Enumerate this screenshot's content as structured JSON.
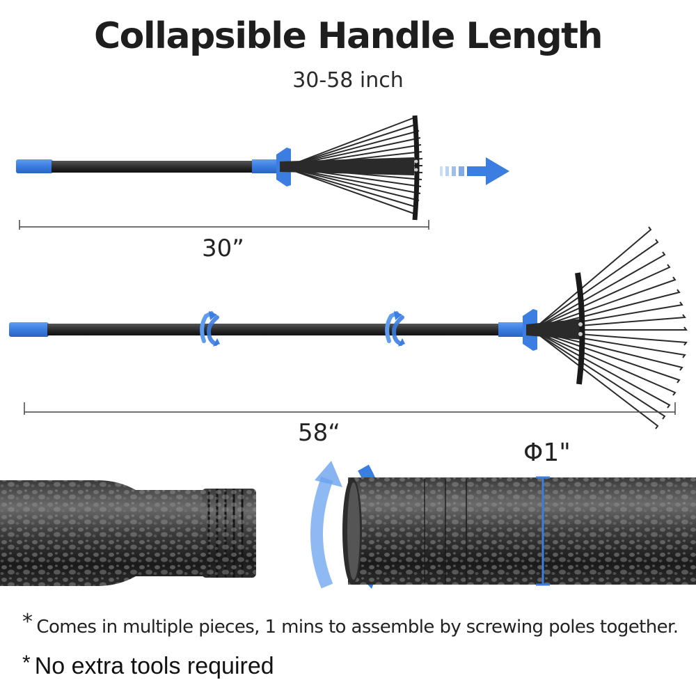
{
  "title": "Collapsible Handle Length",
  "subtitle": "30-58  inch",
  "collapsed_length_label": "30”",
  "extended_length_label": "58“",
  "diameter_label": "Φ1\"",
  "notes": {
    "star": "*",
    "line1": "Comes in multiple pieces, 1 mins to assemble by screwing poles together.",
    "line2": "No extra tools required"
  },
  "colors": {
    "accent_blue": "#3b7de0",
    "handle_dark": "#2b2b2b",
    "text": "#222222"
  },
  "icons": {
    "direction_arrow": "arrow-right-icon",
    "rotate": "rotate-icon"
  }
}
